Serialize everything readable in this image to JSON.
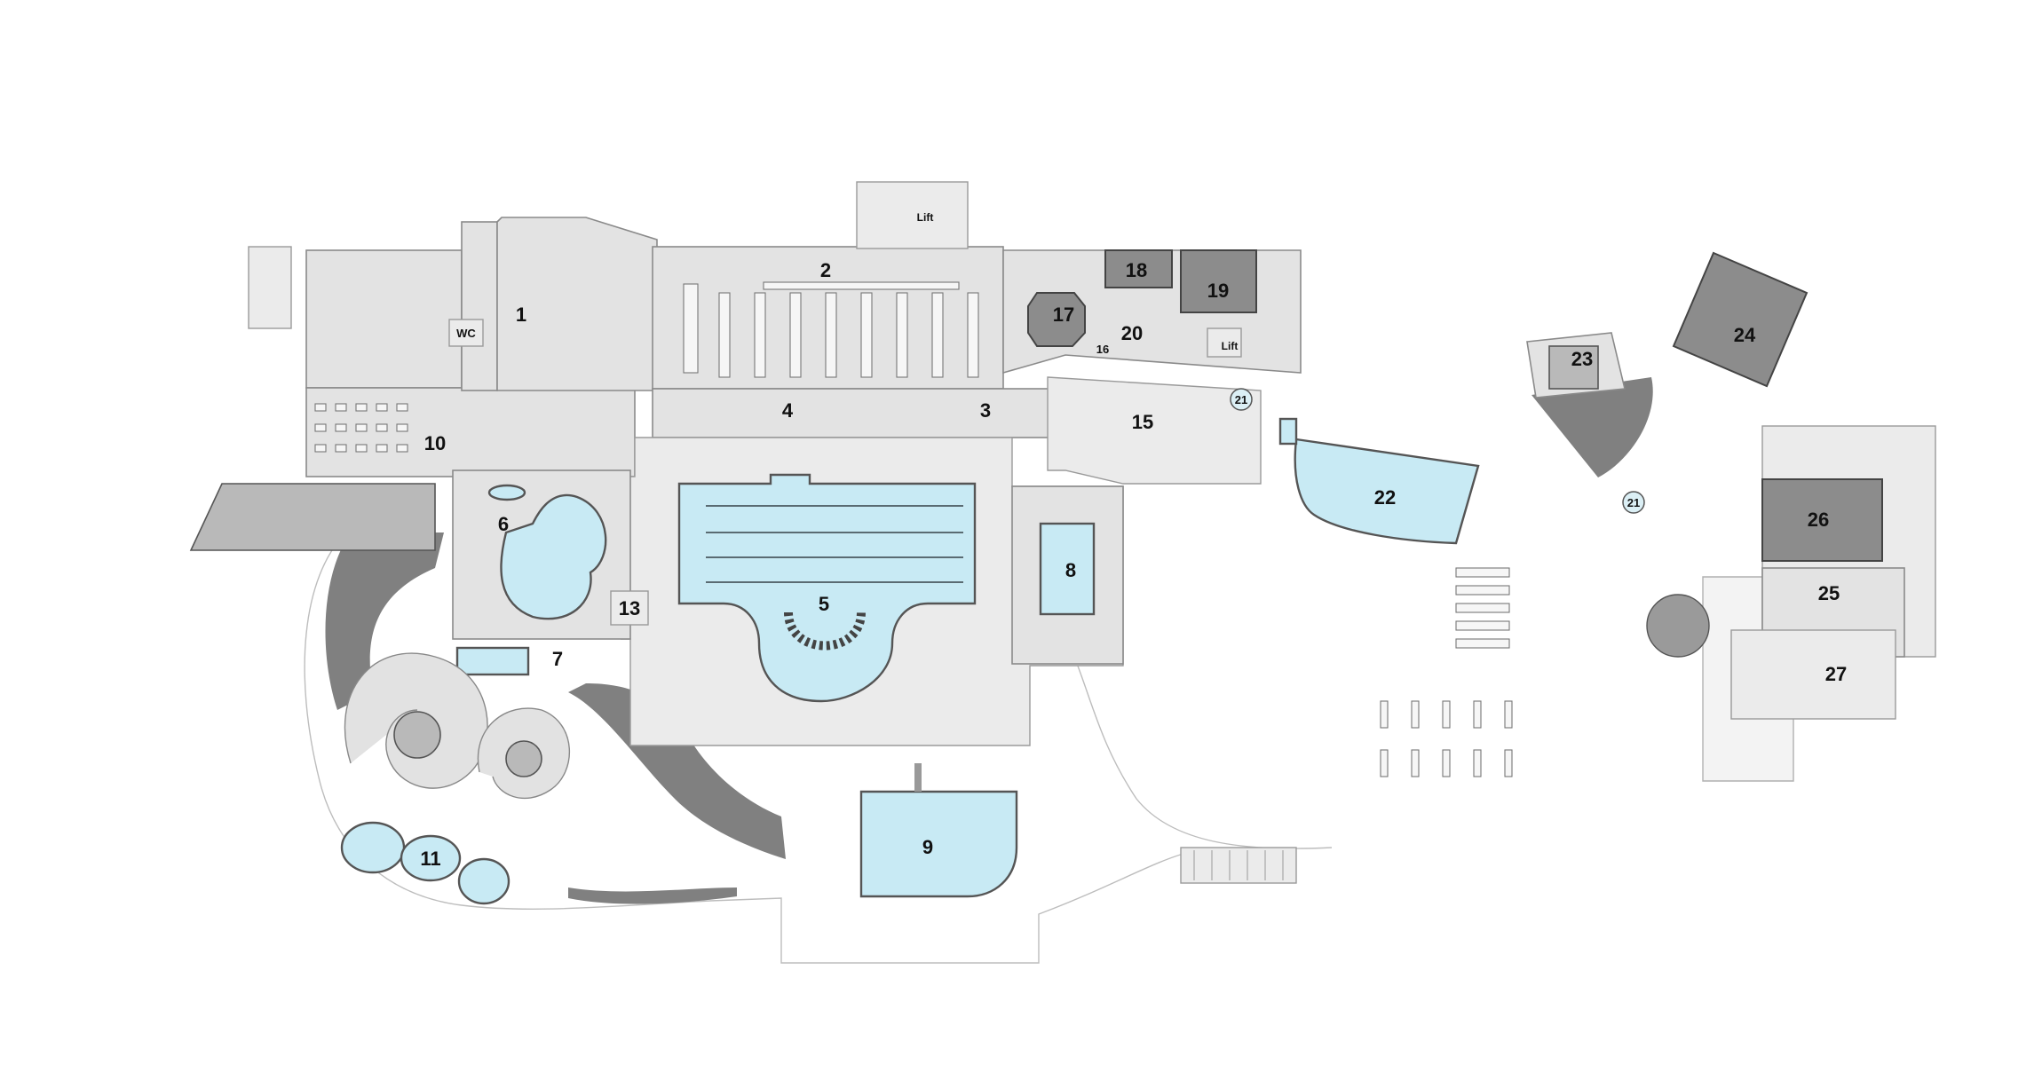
{
  "plan": {
    "room_labels": [
      "1",
      "2",
      "3",
      "4",
      "5",
      "6",
      "7",
      "8",
      "9",
      "10",
      "11",
      "13",
      "15",
      "16",
      "17",
      "18",
      "19",
      "20",
      "22",
      "23",
      "24",
      "25",
      "26",
      "27"
    ],
    "marker_label": "21",
    "wc_label": "WC",
    "lift_label": "Lift"
  }
}
